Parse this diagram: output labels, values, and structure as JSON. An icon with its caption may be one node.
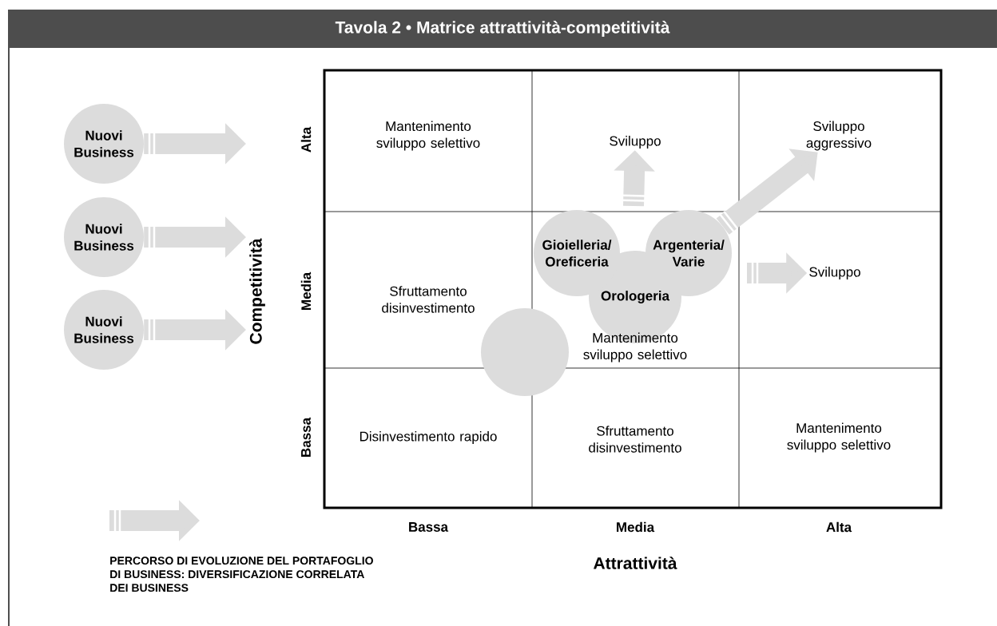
{
  "diagram": {
    "title": "Tavola 2 • Matrice attrattività-competitività",
    "nodes": [
      {
        "text": [
          "Nuovi Business"
        ]
      },
      {
        "text": [
          "Nuovi Business"
        ]
      },
      {
        "text": [
          "Nuovi Business"
        ]
      },
      {
        "text": [
          "Mantenimento sviluppo selettivo"
        ]
      },
      {
        "text": [
          "Sviluppo"
        ]
      },
      {
        "text": [
          "Sviluppo aggressivo"
        ]
      },
      {
        "text": [
          "Sfruttamento disinvestimento"
        ]
      },
      {
        "text": [
          "Mantenimento sviluppo selettivo"
        ]
      },
      {
        "text": [
          "Sviluppo"
        ]
      },
      {
        "text": [
          "Disinvestimento rapido"
        ]
      },
      {
        "text": [
          "Sfruttamento disinvestimento"
        ]
      },
      {
        "text": [
          "Mantenimento sviluppo selettivo"
        ]
      },
      {
        "text": [
          "Gioielleria/ Oreficeria"
        ]
      },
      {
        "text": [
          "Argenteria/ Varie"
        ]
      },
      {
        "text": [
          "Orologeria"
        ]
      },
      {
        "text": [],
        "shape": "circle"
      }
    ],
    "edges": [
      {
        "from": 0,
        "to": null,
        "arrow": "to"
      },
      {
        "from": 1,
        "to": null,
        "arrow": "to"
      },
      {
        "from": 2,
        "to": null,
        "arrow": "to"
      },
      {
        "from": null,
        "to": 4,
        "arrow": "to"
      },
      {
        "from": 13,
        "to": 5,
        "arrow": "to"
      },
      {
        "from": null,
        "to": 8,
        "arrow": "to"
      }
    ],
    "labels": [
      "Alta",
      "Competitività",
      "Media",
      "Bassa",
      "Bassa",
      "Media",
      "Alta",
      "Attrattività"
    ],
    "legend": [
      {
        "text": "PERCORSO DI EVOLUZIONE DEL PORTAFOGLIO DI BUSINESS: DIVERSIFICAZIONE CORRELATA DEI BUSINESS"
      }
    ]
  }
}
